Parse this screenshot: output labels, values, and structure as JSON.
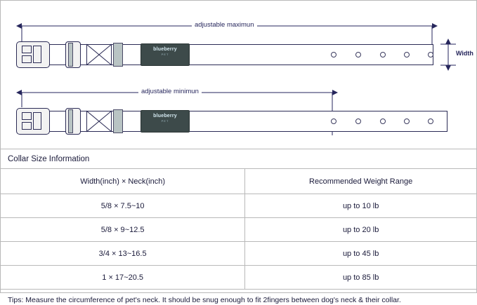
{
  "diagram": {
    "label_max": "adjustable maximun",
    "label_min": "adjustable minimun",
    "label_width": "Width",
    "brand": "blueberry",
    "brand_sub": "PET"
  },
  "info": {
    "title": "Collar Size Information",
    "columns": [
      "Width(inch) × Neck(inch)",
      "Recommended Weight Range"
    ],
    "rows": [
      [
        "5/8 × 7.5~10",
        "up to 10 lb"
      ],
      [
        "5/8 × 9~12.5",
        "up to 20 lb"
      ],
      [
        "3/4 × 13~16.5",
        "up to 45 lb"
      ],
      [
        "1 × 17~20.5",
        "up to 85 lb"
      ]
    ],
    "tips": "Tips: Measure the circumference of pet's neck. It should be snug enough to fit 2fingers between dog's neck & their collar."
  }
}
